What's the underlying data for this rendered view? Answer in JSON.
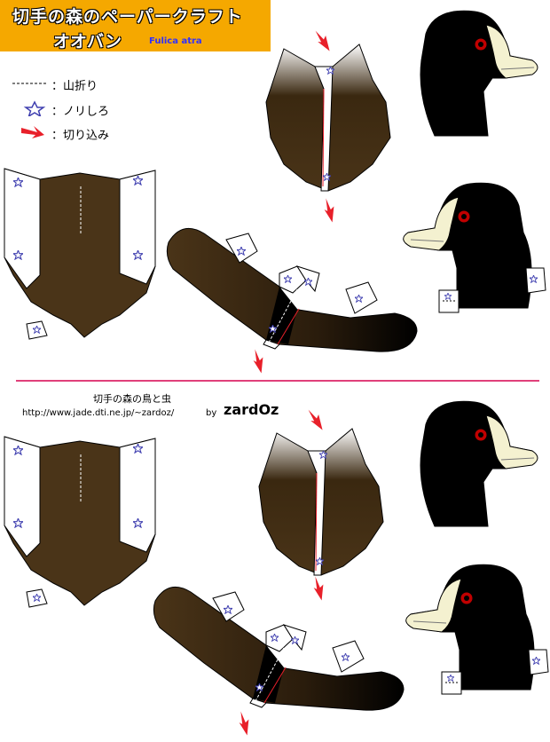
{
  "header": {
    "site_title": "切手の森のペーパークラフト",
    "bird_name": "オオバン",
    "latin_name": "Fulica atra",
    "bg_color": "#f5a800"
  },
  "legend": [
    {
      "icon": "dashed-line-icon",
      "label": "：山折り"
    },
    {
      "icon": "star-icon",
      "label": "：ノリしろ"
    },
    {
      "icon": "red-arrow-icon",
      "label": "：切り込み"
    }
  ],
  "credit": {
    "title": "切手の森の鳥と虫",
    "url": "http://www.jade.dti.ne.jp/~zardoz/",
    "by": "by",
    "author": "zardOz"
  },
  "colors": {
    "body_brown": "#4a3418",
    "body_black": "#000000",
    "beak": "#f4f1d0",
    "eye": "#c00000",
    "arrow": "#e8202a",
    "star": "#4040b0",
    "divider": "#e0407a"
  }
}
